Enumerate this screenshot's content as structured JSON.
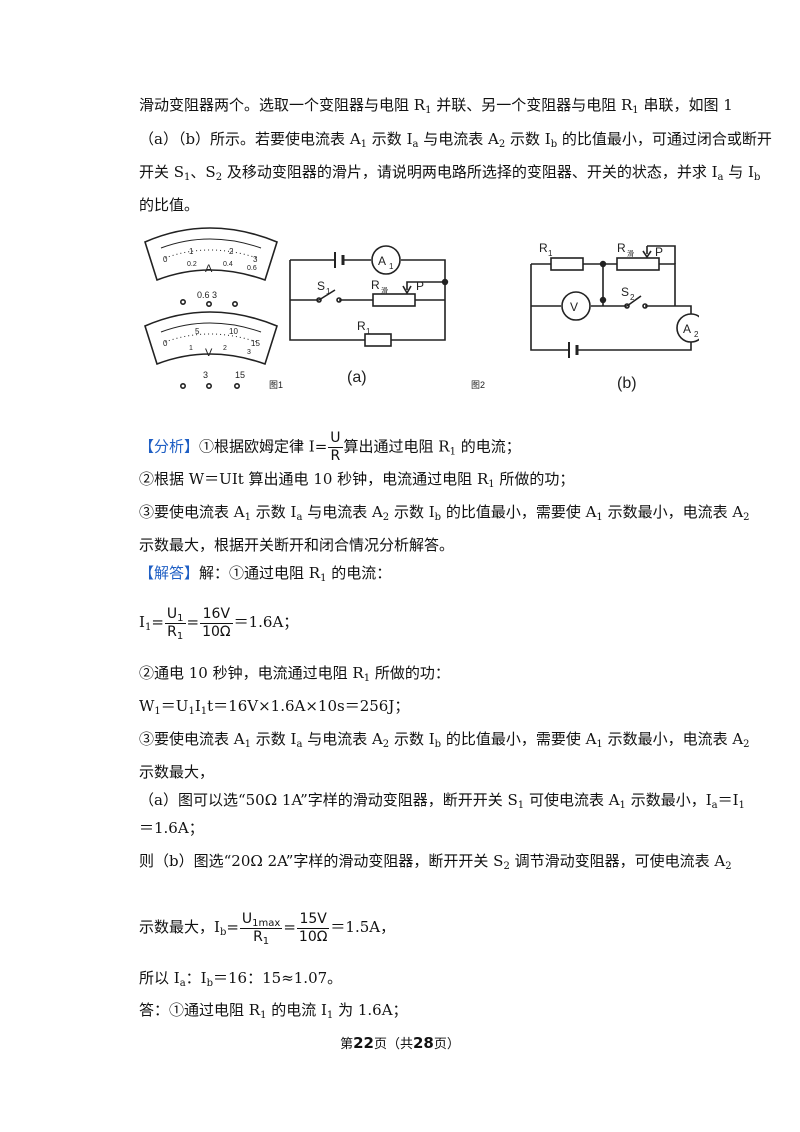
{
  "problem": {
    "line1": {
      "a": "滑动变阻器两个。选取一个变阻器与电阻 R",
      "b": " 并联、另一个变阻器与电阻 R",
      "c": " 串联，如图 1"
    },
    "line2": {
      "a": "（a）（b）所示。若要使电流表 A",
      "b": " 示数 I",
      "c": " 与电流表 A",
      "d": " 示数 I",
      "e": " 的比值最小，可通过闭合或断开"
    },
    "line3": {
      "a": "开关 S",
      "b": "、S",
      "c": " 及移动变阻器的滑片，请说明两电路所选择的变阻器、开关的状态，并求 I",
      "d": " 与 I"
    },
    "line4": "的比值。"
  },
  "subscripts": {
    "one": "1",
    "two": "2",
    "a": "a",
    "b": "b",
    "max": "1max"
  },
  "figures": {
    "ammeter_scale": [
      "0",
      "1",
      "2",
      "3"
    ],
    "ammeter_inner_scale": [
      "0.2",
      "0.4",
      "0.6"
    ],
    "ammeter_letter": "A",
    "ammeter_terminals": "0.6  3",
    "voltmeter_scale": [
      "0",
      "5",
      "10",
      "15"
    ],
    "voltmeter_inner_scale": [
      "1",
      "2",
      "3"
    ],
    "voltmeter_letter": "V",
    "voltmeter_terminals": [
      "3",
      "15"
    ],
    "fig1_label": "图1",
    "fig2_label": "图2",
    "circuit_a_label": "(a)",
    "circuit_b_label": "(b)",
    "a_meter": "A",
    "s_label": "S",
    "r_label": "R",
    "r_slide_sub": "滑",
    "p_label": "P",
    "v_meter": "V"
  },
  "analysis": {
    "tag": "【分析】",
    "p1a": "①根据欧姆定律 I=",
    "p1_num": "U",
    "p1_den": "R",
    "p1b": "算出通过电阻 R",
    "p1c": " 的电流；",
    "p2a": "②根据 W＝UIt 算出通电 10 秒钟，电流通过电阻 R",
    "p2b": " 所做的功；",
    "p3a": "③要使电流表 A",
    "p3b": " 示数 I",
    "p3c": " 与电流表 A",
    "p3d": " 示数 I",
    "p3e": " 的比值最小，需要使 A",
    "p3f": " 示数最小，电流表 A",
    "p4": "示数最大，根据开关断开和闭合情况分析解答。"
  },
  "solution": {
    "tag": "【解答】",
    "s1a": "解：①通过电阻 R",
    "s1b": " 的电流：",
    "eq1_lhs": "I",
    "eq1_u": "U",
    "eq1_r": "R",
    "eq1_num": "16V",
    "eq1_den": "10Ω",
    "eq1_result": "＝1.6A；",
    "s2a": "②通电 10 秒钟，电流通过电阻 R",
    "s2b": " 所做的功：",
    "s3a": "W",
    "s3b": "＝U",
    "s3c": "I",
    "s3d": "t＝16V×1.6A×10s＝256J；",
    "s4a": "③要使电流表 A",
    "s4b": " 示数 I",
    "s4c": " 与电流表 A",
    "s4d": " 示数 I",
    "s4e": " 的比值最小，需要使 A",
    "s4f": " 示数最小，电流表 A",
    "s5": "示数最大，",
    "s6a": "（a）图可以选“50Ω  1A”字样的滑动变阻器，断开开关 S",
    "s6b": " 可使电流表 A",
    "s6c": " 示数最小，I",
    "s6d": "＝I",
    "s7": "＝1.6A；",
    "s8a": "则（b）图选“20Ω  2A”字样的滑动变阻器，断开开关 S",
    "s8b": " 调节滑动变阻器，可使电流表 A",
    "s9a": "示数最大，I",
    "eq2_num": "15V",
    "eq2_den": "10Ω",
    "eq2_result": "＝1.5A，",
    "s10a": "所以 I",
    "s10b": "：I",
    "s10c": "＝16：15≈1.07。",
    "s11a": "答：①通过电阻 R",
    "s11b": " 的电流 I",
    "s11c": " 为 1.6A；"
  },
  "footer": {
    "a": "第",
    "page": "22",
    "b": "页（共",
    "total": "28",
    "c": "页）"
  }
}
